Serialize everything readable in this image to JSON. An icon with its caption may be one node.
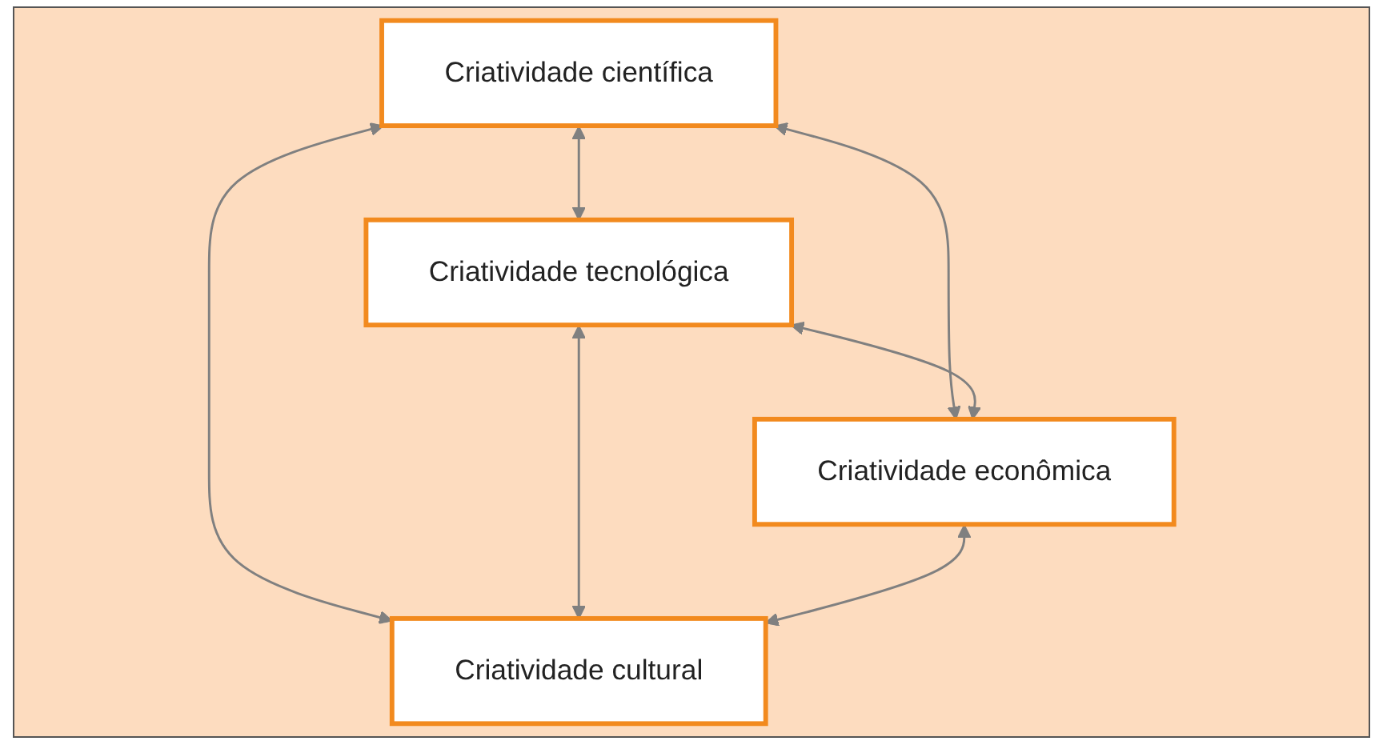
{
  "diagram": {
    "nodes": [
      {
        "text": [
          "Criatividade científica"
        ]
      },
      {
        "text": [
          "Criatividade tecnológica"
        ]
      },
      {
        "text": [
          "Criatividade econômica"
        ]
      },
      {
        "text": [
          "Criatividade cultural"
        ]
      }
    ],
    "edges": [
      {
        "from": 0,
        "to": 1,
        "arrow": "both"
      },
      {
        "from": 0,
        "to": 2,
        "arrow": "both"
      },
      {
        "from": 0,
        "to": 3,
        "arrow": "both"
      },
      {
        "from": 1,
        "to": 2,
        "arrow": "both"
      },
      {
        "from": 1,
        "to": 3,
        "arrow": "both"
      },
      {
        "from": 2,
        "to": 3,
        "arrow": "both"
      }
    ]
  }
}
